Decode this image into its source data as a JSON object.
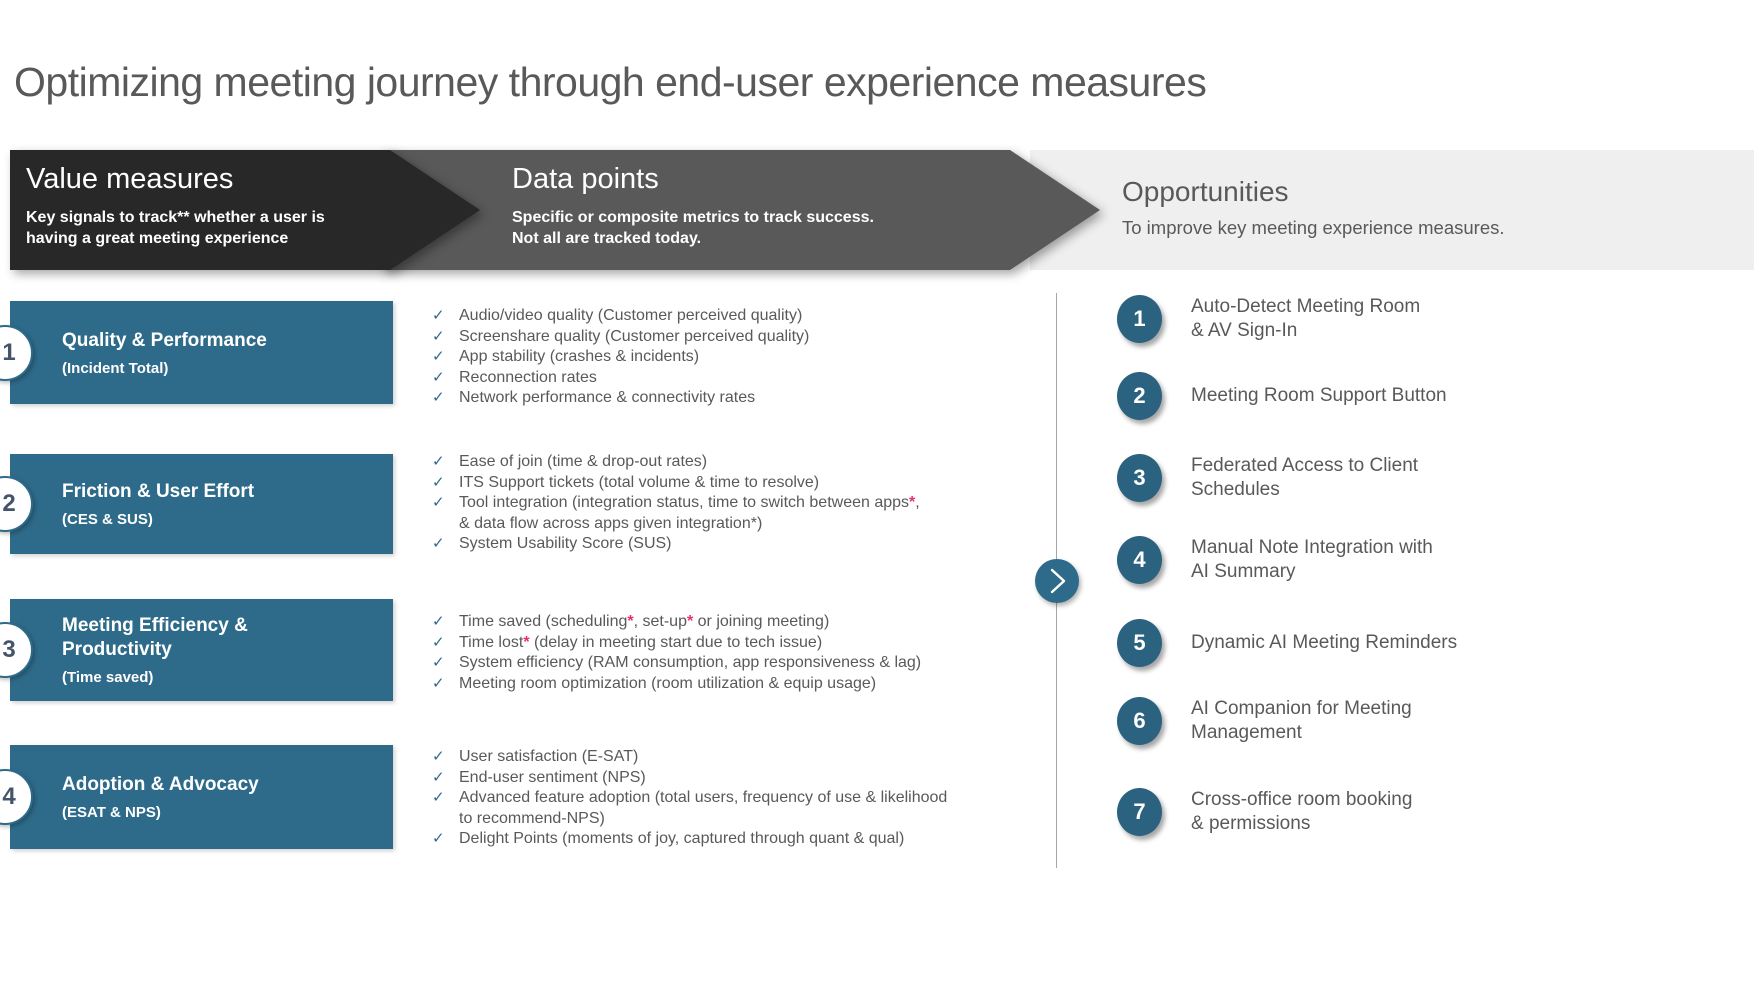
{
  "title": "Optimizing meeting journey through end-user experience measures",
  "headers": {
    "value_measures": {
      "title": "Value measures",
      "subtitle_lines": [
        "Key signals to track** whether a user is",
        "having a great meeting experience"
      ]
    },
    "data_points": {
      "title": "Data points",
      "subtitle_lines": [
        "Specific or composite metrics to track success.",
        "Not all are tracked today."
      ]
    },
    "opportunities": {
      "title": "Opportunities",
      "subtitle": "To improve key meeting experience measures."
    }
  },
  "measures": [
    {
      "number": "1",
      "title": "Quality & Performance",
      "subtitle": "(Incident Total)",
      "points": [
        [
          {
            "t": "Audio/video quality (Customer perceived quality)"
          }
        ],
        [
          {
            "t": "Screenshare quality (Customer perceived quality)"
          }
        ],
        [
          {
            "t": "App stability (crashes & incidents)"
          }
        ],
        [
          {
            "t": "Reconnection rates"
          }
        ],
        [
          {
            "t": "Network performance & connectivity rates"
          }
        ]
      ]
    },
    {
      "number": "2",
      "title": "Friction & User Effort",
      "subtitle": "(CES & SUS)",
      "points": [
        [
          {
            "t": "Ease of join (time & drop-out rates)"
          }
        ],
        [
          {
            "t": "ITS Support tickets (total volume & time to resolve)"
          }
        ],
        [
          {
            "t": "Tool integration (integration status, time to switch between apps"
          },
          {
            "t": "*",
            "red": true
          },
          {
            "t": ","
          },
          {
            "br": true
          },
          {
            "t": "& data flow across apps given integration*)"
          }
        ],
        [
          {
            "t": "System Usability Score (SUS)"
          }
        ]
      ]
    },
    {
      "number": "3",
      "title": "Meeting Efficiency & Productivity",
      "subtitle": "(Time saved)",
      "points": [
        [
          {
            "t": "Time saved (scheduling"
          },
          {
            "t": "*",
            "red": true
          },
          {
            "t": ", set-up"
          },
          {
            "t": "*",
            "red": true
          },
          {
            "t": " or joining meeting)"
          }
        ],
        [
          {
            "t": "Time lost"
          },
          {
            "t": "*",
            "red": true
          },
          {
            "t": " (delay in meeting start due to tech issue)"
          }
        ],
        [
          {
            "t": "System efficiency (RAM consumption, app responsiveness & lag)"
          }
        ],
        [
          {
            "t": "Meeting room optimization (room utilization & equip usage)"
          }
        ]
      ]
    },
    {
      "number": "4",
      "title": "Adoption & Advocacy",
      "subtitle": "(ESAT & NPS)",
      "points": [
        [
          {
            "t": "User satisfaction (E-SAT)"
          }
        ],
        [
          {
            "t": "End-user sentiment (NPS)"
          }
        ],
        [
          {
            "t": "Advanced feature adoption (total users, frequency of use & likelihood"
          },
          {
            "br": true
          },
          {
            "t": "to recommend-NPS)"
          }
        ],
        [
          {
            "t": "Delight Points (moments of joy, captured through quant & qual)"
          }
        ]
      ]
    }
  ],
  "opportunities": [
    {
      "number": "1",
      "lines": [
        "Auto-Detect Meeting Room",
        "& AV Sign-In"
      ]
    },
    {
      "number": "2",
      "lines": [
        "Meeting Room Support Button"
      ]
    },
    {
      "number": "3",
      "lines": [
        "Federated Access to Client",
        "Schedules"
      ]
    },
    {
      "number": "4",
      "lines": [
        "Manual Note Integration with",
        "AI Summary"
      ]
    },
    {
      "number": "5",
      "lines": [
        "Dynamic AI Meeting Reminders"
      ]
    },
    {
      "number": "6",
      "lines": [
        "AI Companion for Meeting",
        "Management"
      ]
    },
    {
      "number": "7",
      "lines": [
        "Cross-office room booking",
        "& permissions"
      ]
    }
  ],
  "icons": {
    "check": "✓",
    "chevron": "chevron-right"
  },
  "colors": {
    "accent_blue": "#2E6B8A",
    "circle_blue": "#2B627F",
    "dark_charcoal": "#282828",
    "medium_gray": "#595959",
    "light_band": "#EFEFEF",
    "text_gray": "#595959",
    "asterisk_red": "#ED2E67",
    "divider_gray": "#A6A6A6"
  }
}
